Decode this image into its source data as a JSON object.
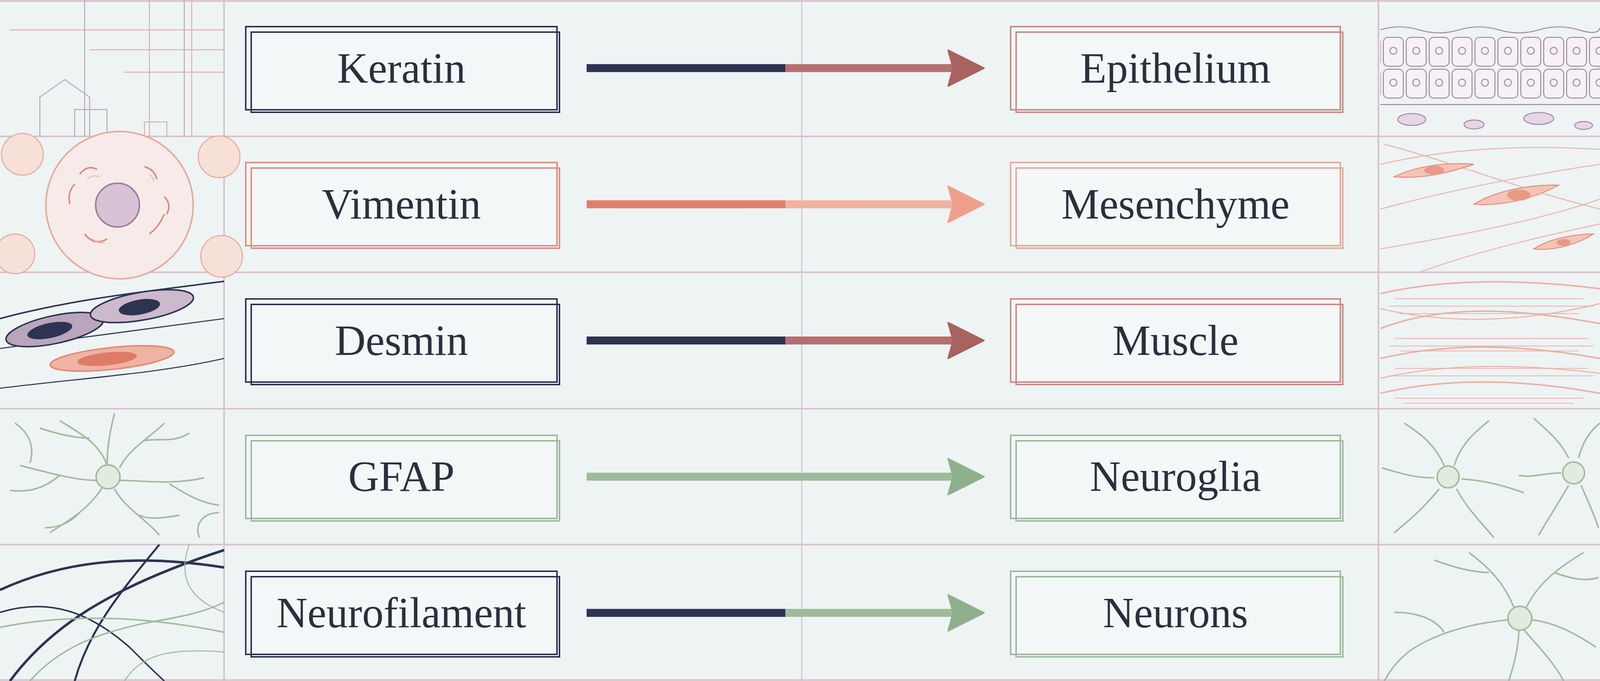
{
  "diagram": {
    "nodes": [
      {
        "text": [
          "Keratin"
        ]
      },
      {
        "text": [
          "Epithelium"
        ]
      },
      {
        "text": [
          "Vimentin"
        ]
      },
      {
        "text": [
          "Mesenchyme"
        ]
      },
      {
        "text": [
          "Desmin"
        ]
      },
      {
        "text": [
          "Muscle"
        ]
      },
      {
        "text": [
          "GFAP"
        ]
      },
      {
        "text": [
          "Neuroglia"
        ]
      },
      {
        "text": [
          "Neurofilament"
        ]
      },
      {
        "text": [
          "Neurons"
        ]
      }
    ],
    "edges": [
      {
        "from": 0,
        "to": 1,
        "arrow": "to"
      },
      {
        "from": 2,
        "to": 3,
        "arrow": "to"
      },
      {
        "from": 4,
        "to": 5,
        "arrow": "to"
      },
      {
        "from": 6,
        "to": 7,
        "arrow": "to"
      },
      {
        "from": 8,
        "to": 9,
        "arrow": "to"
      }
    ]
  }
}
